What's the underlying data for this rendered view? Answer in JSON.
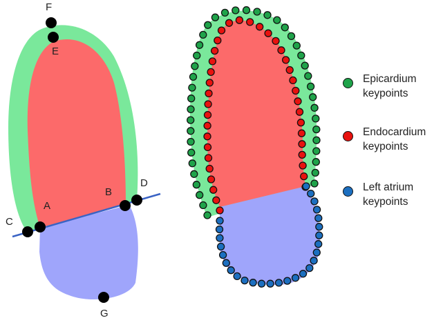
{
  "colors": {
    "epicardium": "#7ae89b",
    "endocardium": "#fc6a6a",
    "atrium": "#9fa5fb",
    "epi_dot": "#1fa34a",
    "endo_dot": "#e8120f",
    "atrium_dot": "#1c6fc0",
    "landmark": "#000000",
    "line": "#3a63c4"
  },
  "landmarks": [
    {
      "label": "F"
    },
    {
      "label": "E"
    },
    {
      "label": "A"
    },
    {
      "label": "B"
    },
    {
      "label": "C"
    },
    {
      "label": "D"
    },
    {
      "label": "G"
    }
  ],
  "legend": [
    {
      "line1": "Epicardium",
      "line2": "keypoints",
      "color": "#1fa34a",
      "icon": "green-dot-icon"
    },
    {
      "line1": "Endocardium",
      "line2": "keypoints",
      "color": "#e8120f",
      "icon": "red-dot-icon"
    },
    {
      "line1": "Left atrium",
      "line2": "keypoints",
      "color": "#1c6fc0",
      "icon": "blue-dot-icon"
    }
  ]
}
